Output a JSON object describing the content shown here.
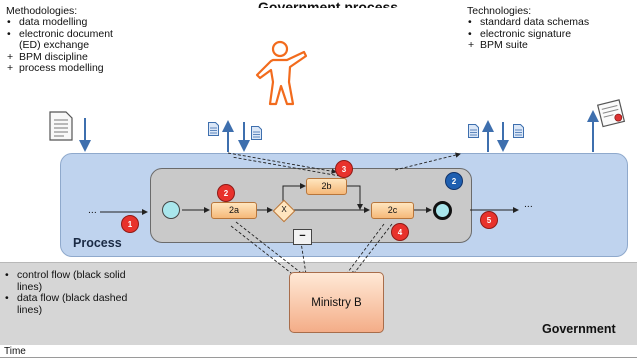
{
  "diagram": {
    "title_fragment": "Government process",
    "methodologies": {
      "header": "Methodologies:",
      "items": [
        {
          "marker": "•",
          "text": "data modelling"
        },
        {
          "marker": "•",
          "text": "electronic document"
        },
        {
          "marker": "",
          "text": "(ED) exchange"
        },
        {
          "marker": "+",
          "text": "BPM discipline"
        },
        {
          "marker": "+",
          "text": "process modelling"
        }
      ]
    },
    "technologies": {
      "header": "Technologies:",
      "items": [
        {
          "marker": "•",
          "text": "standard data schemas"
        },
        {
          "marker": "•",
          "text": "electronic signature"
        },
        {
          "marker": "+",
          "text": "BPM suite"
        }
      ]
    },
    "lanes": {
      "process": "Process",
      "government": "Government"
    },
    "tasks": {
      "t2a": "2a",
      "t2b": "2b",
      "t2c": "2c",
      "gateway": "X",
      "collapsed": "−"
    },
    "ministry": "Ministry B",
    "ellipsis_left": "...",
    "ellipsis_right": "...",
    "badges": {
      "b1": "1",
      "b2a": "2",
      "b2blue": "2",
      "b3": "3",
      "b4": "4",
      "b5": "5"
    },
    "legend": [
      {
        "marker": "•",
        "text": "control flow (black solid"
      },
      {
        "marker": "",
        "text": "lines)"
      },
      {
        "marker": "•",
        "text": "data flow (black dashed"
      },
      {
        "marker": "",
        "text": "lines)"
      }
    ],
    "time_label": "Time"
  },
  "colors": {
    "process_lane": "#bfd3ee",
    "government_lane": "#d6d6d6",
    "subprocess": "#c9c9c9",
    "badge_red": "#e8322c",
    "badge_blue": "#1f5fb0",
    "person_orange": "#f26b1d",
    "arrow_blue": "#3e6fae",
    "start_event": "#a9e6ec"
  },
  "icons": [
    "document-icon",
    "person-icon",
    "certificate-icon",
    "up-arrow-icon",
    "down-arrow-icon"
  ]
}
